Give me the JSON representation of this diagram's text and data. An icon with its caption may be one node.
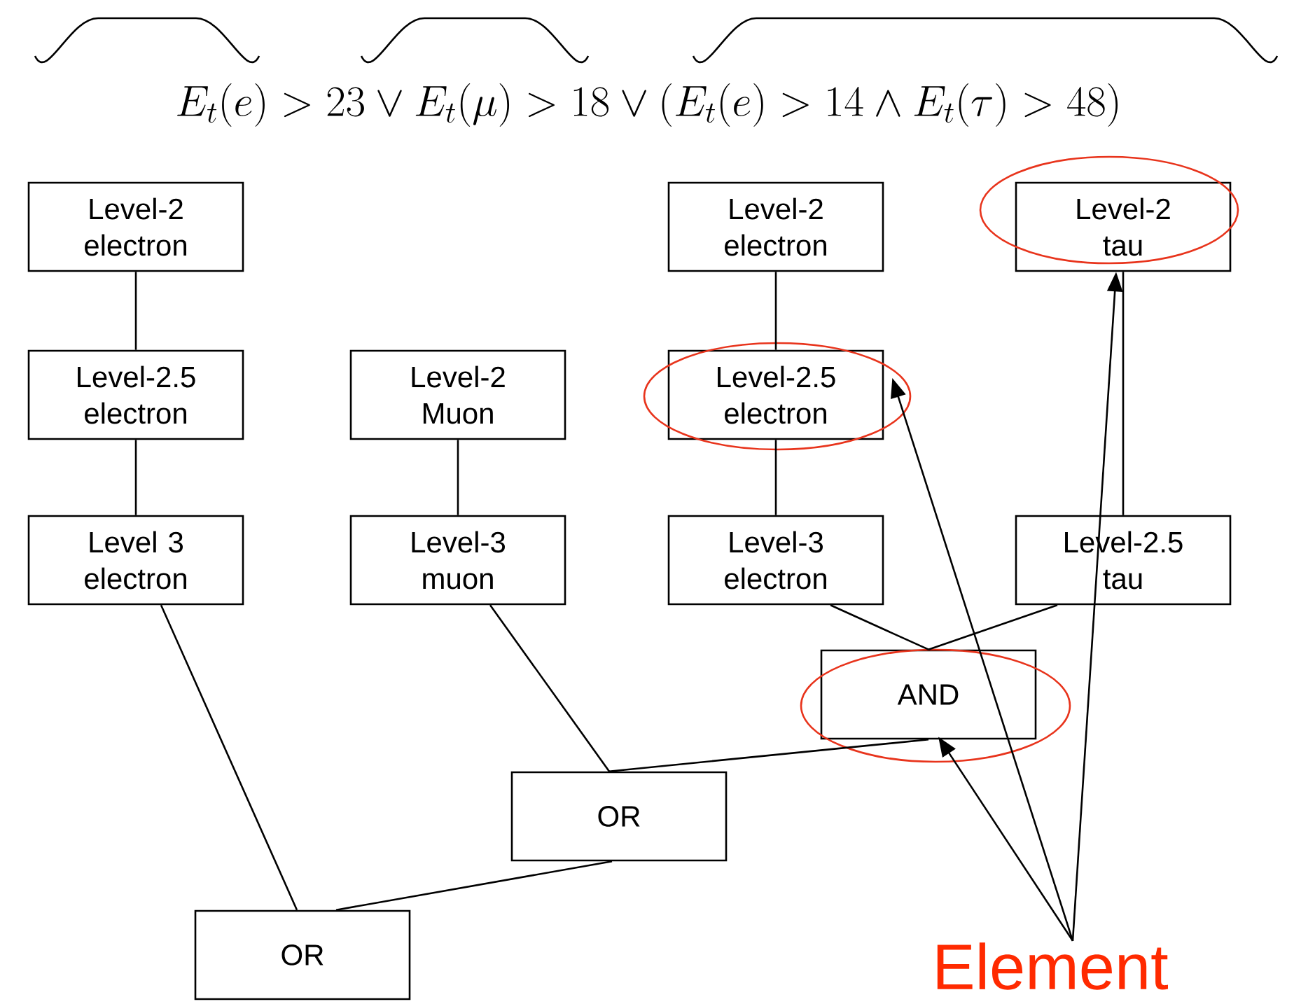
{
  "diagram": {
    "nodes": [
      {
        "text": [
          "Level-2 electron"
        ]
      },
      {
        "text": [
          "Level-2.5 electron"
        ]
      },
      {
        "text": [
          "Level 3 electron"
        ]
      },
      {
        "text": [
          "Level-2 Muon"
        ]
      },
      {
        "text": [
          "Level-3 muon"
        ]
      },
      {
        "text": [
          "Level-2 electron"
        ]
      },
      {
        "text": [
          "Level-2 tau"
        ]
      },
      {
        "text": [
          "Level-2.5 electron"
        ]
      },
      {
        "text": [
          "Level-3 electron"
        ]
      },
      {
        "text": [
          "Level-2.5 tau"
        ]
      },
      {
        "text": [
          "AND"
        ]
      },
      {
        "text": [
          "OR"
        ]
      },
      {
        "text": [
          "OR"
        ]
      },
      {
        "text": [
          "Element"
        ]
      }
    ],
    "edges": [
      {
        "from": 0,
        "to": 1,
        "arrow": "none"
      },
      {
        "from": 1,
        "to": 2,
        "arrow": "none"
      },
      {
        "from": 3,
        "to": 4,
        "arrow": "none"
      },
      {
        "from": 5,
        "to": 7,
        "arrow": "none"
      },
      {
        "from": 7,
        "to": 8,
        "arrow": "none"
      },
      {
        "from": 6,
        "to": 9,
        "arrow": "none"
      },
      {
        "from": 8,
        "to": 10,
        "arrow": "none"
      },
      {
        "from": 9,
        "to": 10,
        "arrow": "none"
      },
      {
        "from": 4,
        "to": 11,
        "arrow": "none"
      },
      {
        "from": 10,
        "to": 11,
        "arrow": "none"
      },
      {
        "from": 2,
        "to": 12,
        "arrow": "none"
      },
      {
        "from": 11,
        "to": 12,
        "arrow": "none"
      },
      {
        "from": 13,
        "to": 7,
        "arrow": "to"
      },
      {
        "from": 13,
        "to": 6,
        "arrow": "to"
      },
      {
        "from": 13,
        "to": 10,
        "arrow": "to"
      }
    ],
    "labels": [
      "E_t(e) > 23 \\vee E_t(\\mu) > 18 \\vee (E_t(e) > 14 \\wedge E_t(\\tau) > 48)"
    ]
  }
}
